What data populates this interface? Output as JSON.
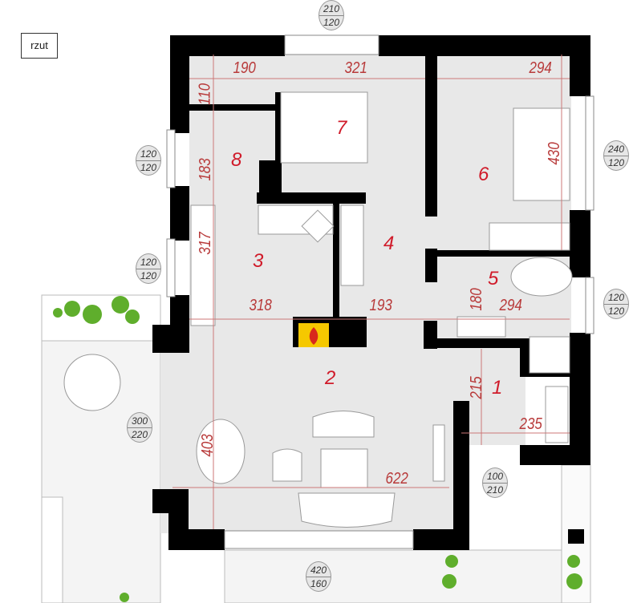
{
  "legend_label": "rzut",
  "rooms": [
    "1",
    "2",
    "3",
    "4",
    "5",
    "6",
    "7",
    "8"
  ],
  "dimensions": {
    "d190": "190",
    "d321": "321",
    "d294_top": "294",
    "d110": "110",
    "d183": "183",
    "d430": "430",
    "d317": "317",
    "d318": "318",
    "d193": "193",
    "d180": "180",
    "d294_mid": "294",
    "d215": "215",
    "d235": "235",
    "d403": "403",
    "d622": "622"
  },
  "openings": [
    {
      "w": "210",
      "h": "120"
    },
    {
      "w": "120",
      "h": "120"
    },
    {
      "w": "240",
      "h": "120"
    },
    {
      "w": "120",
      "h": "120"
    },
    {
      "w": "120",
      "h": "120"
    },
    {
      "w": "300",
      "h": "220"
    },
    {
      "w": "100",
      "h": "210"
    },
    {
      "w": "420",
      "h": "160"
    }
  ],
  "colors": {
    "wall": "#000000",
    "floor": "#e8e8e8",
    "dimension": "#b83a3a",
    "room_number": "#d01b2a",
    "fireplace": "#f5c800"
  }
}
